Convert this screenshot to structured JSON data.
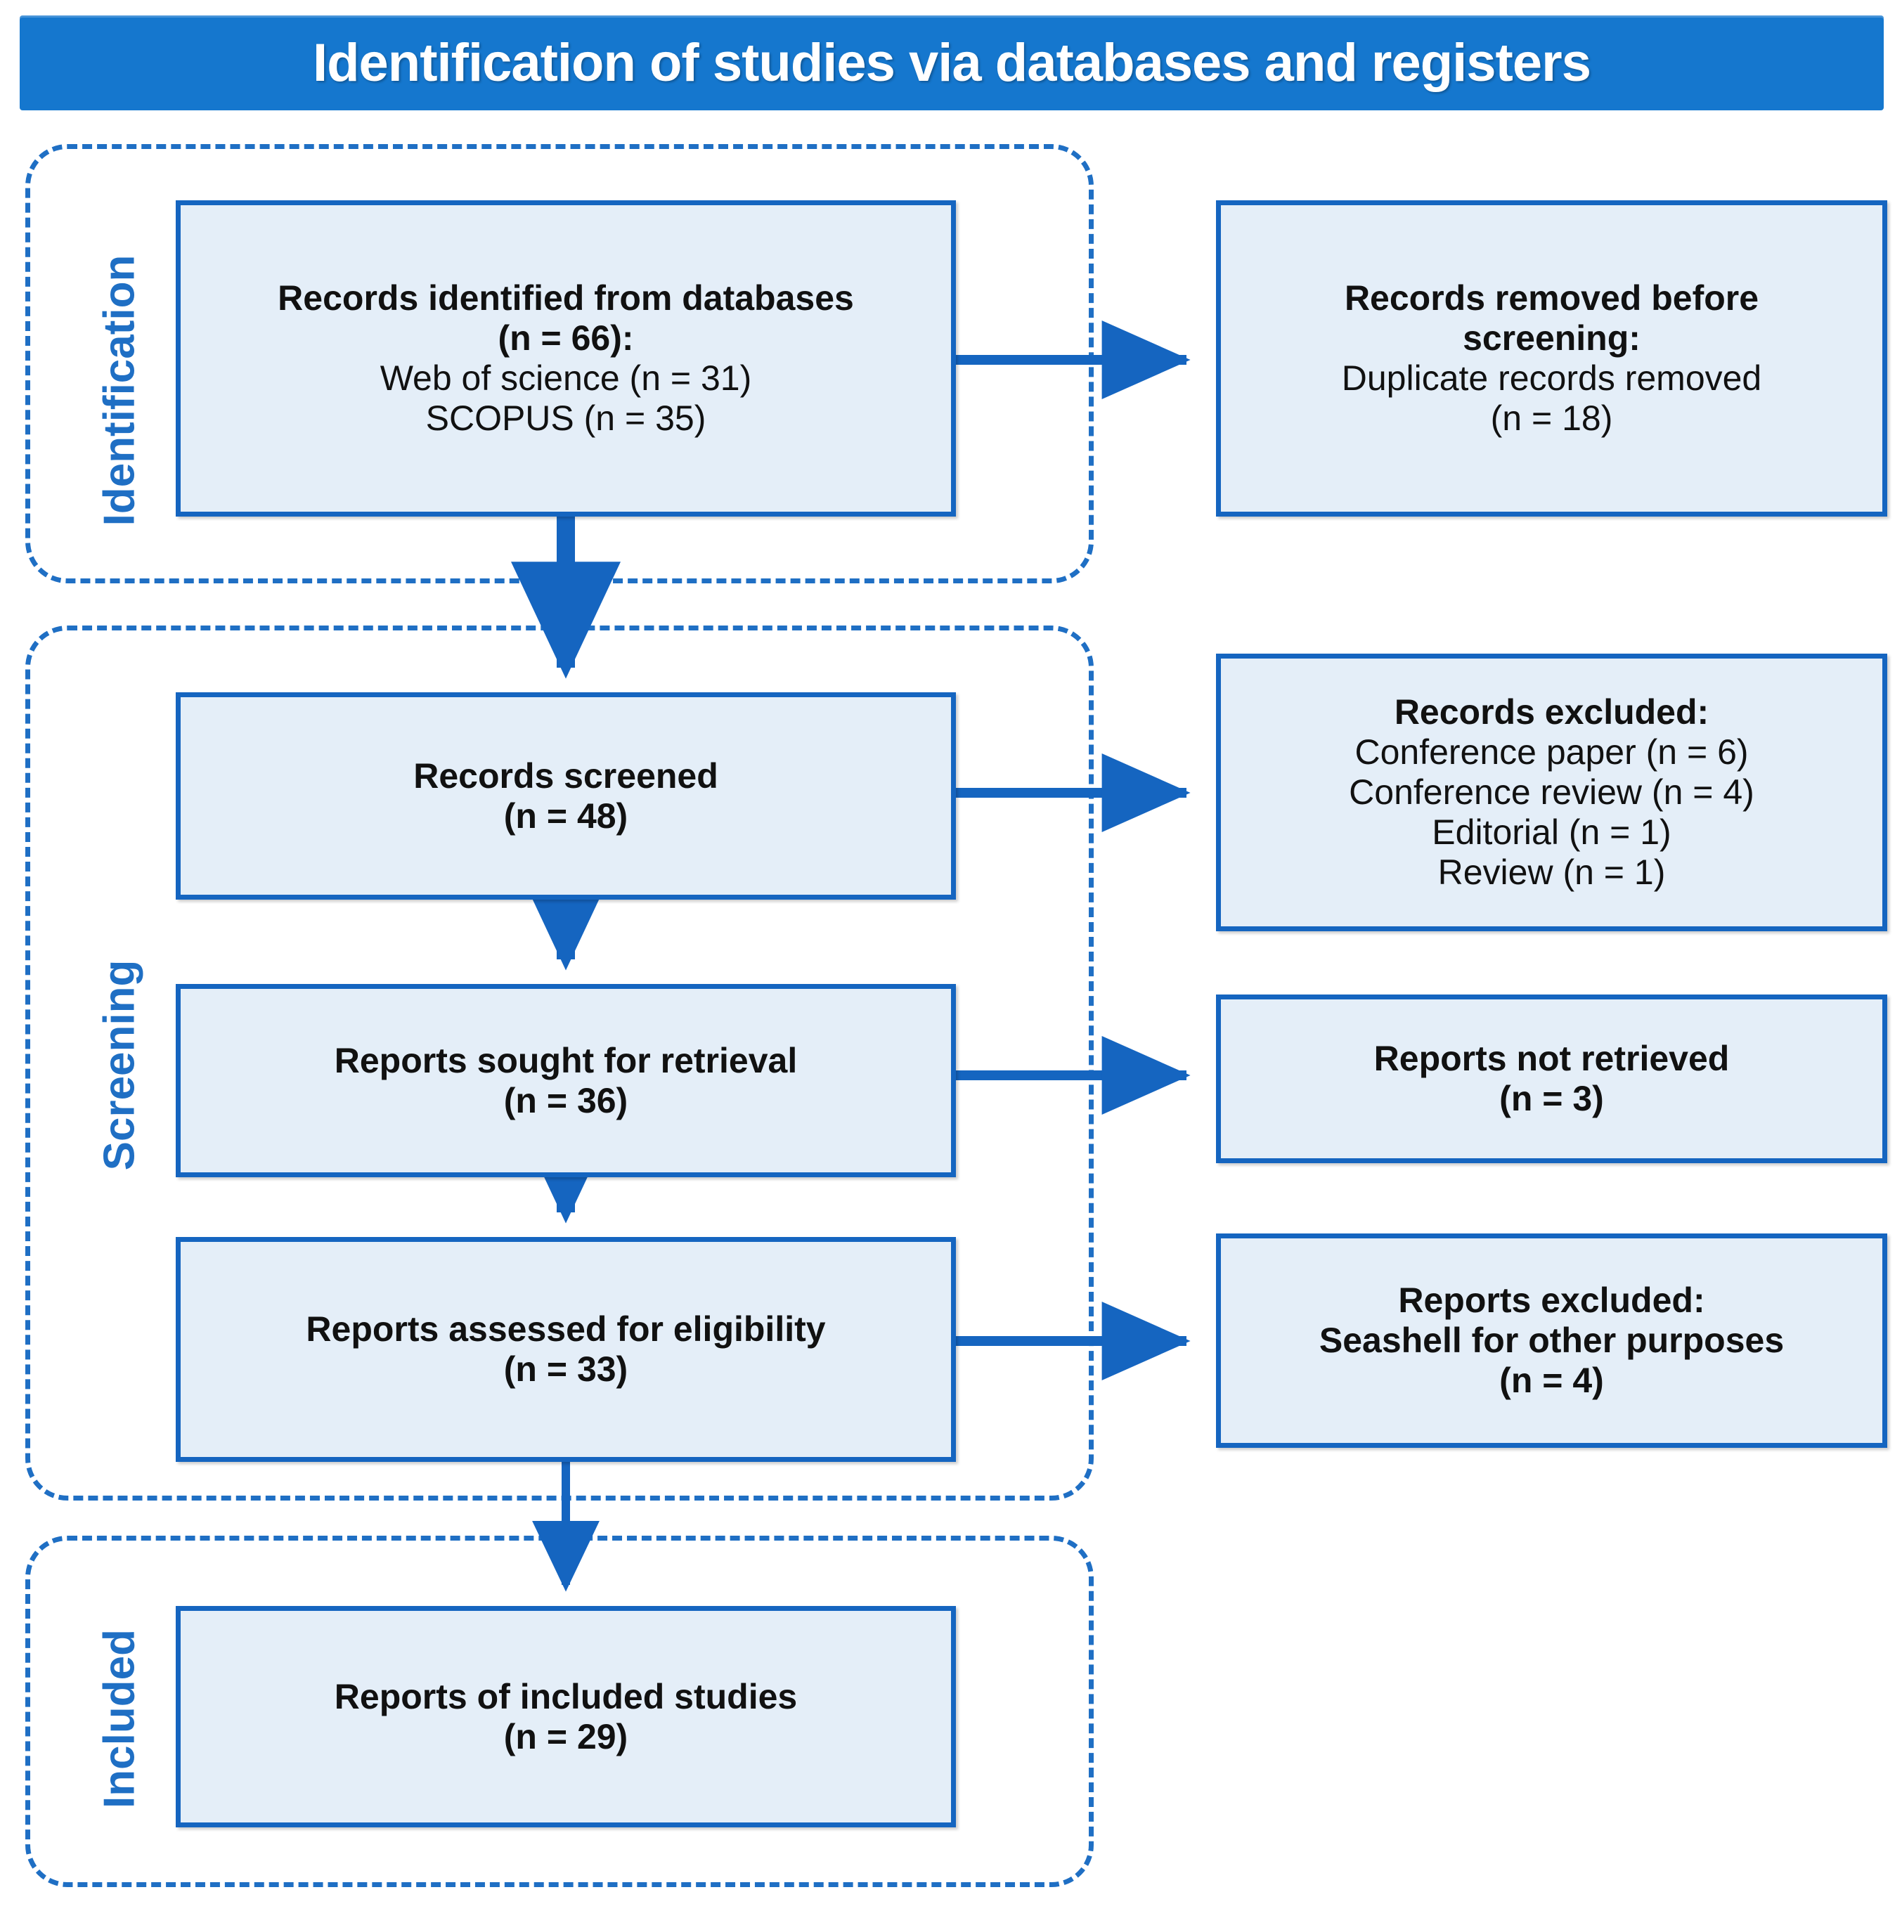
{
  "header": {
    "title": "Identification of studies via databases and registers"
  },
  "stages": [
    {
      "key": "identification",
      "label": "Identification"
    },
    {
      "key": "screening",
      "label": "Screening"
    },
    {
      "key": "included",
      "label": "Included"
    }
  ],
  "colors": {
    "banner_background": "#1577CE",
    "banner_text": "#FFFFFF",
    "box_fill": "#E4EEF8",
    "box_border": "#1565C0",
    "stage_border": "#1F6FC4",
    "stage_label_text": "#1F6FC4",
    "arrow": "#1565C0",
    "box_text": "#111111"
  },
  "nodes": {
    "identified": {
      "lines": [
        {
          "text": "Records  identified from databases",
          "bold": true
        },
        {
          "text": "(n = 66):",
          "bold": true
        },
        {
          "text": "Web of science (n = 31)",
          "bold": false
        },
        {
          "text": "SCOPUS (n = 35)",
          "bold": false
        }
      ]
    },
    "removed": {
      "lines": [
        {
          "text": "Records removed before",
          "bold": true
        },
        {
          "text": "screening:",
          "bold": true
        },
        {
          "text": "Duplicate records removed",
          "bold": false
        },
        {
          "text": "(n = 18)",
          "bold": false
        }
      ]
    },
    "screened": {
      "lines": [
        {
          "text": "Records screened",
          "bold": true
        },
        {
          "text": "(n = 48)",
          "bold": true
        }
      ]
    },
    "excluded_records": {
      "lines": [
        {
          "text": "Records excluded:",
          "bold": true
        },
        {
          "text": "Conference  paper (n = 6)",
          "bold": false
        },
        {
          "text": "Conference  review  (n = 4)",
          "bold": false
        },
        {
          "text": "Editorial (n = 1)",
          "bold": false
        },
        {
          "text": "Review  (n = 1)",
          "bold": false
        }
      ]
    },
    "sought": {
      "lines": [
        {
          "text": "Reports sought for retrieval",
          "bold": true
        },
        {
          "text": "(n = 36)",
          "bold": true
        }
      ]
    },
    "not_retrieved": {
      "lines": [
        {
          "text": "Reports  not retrieved",
          "bold": true
        },
        {
          "text": "(n = 3)",
          "bold": true
        }
      ]
    },
    "assessed": {
      "lines": [
        {
          "text": "Reports  assessed  for eligibility",
          "bold": true
        },
        {
          "text": "(n = 33)",
          "bold": true
        }
      ]
    },
    "excluded_reports": {
      "lines": [
        {
          "text": "Reports  excluded:",
          "bold": true
        },
        {
          "text": "Seashell for other purposes",
          "bold": true
        },
        {
          "text": "(n = 4)",
          "bold": true
        }
      ]
    },
    "included_studies": {
      "lines": [
        {
          "text": "Reports  of included studies",
          "bold": true
        },
        {
          "text": "(n = 29)",
          "bold": true
        }
      ]
    }
  },
  "flow": {
    "arrows": [
      {
        "name": "identified-to-removed",
        "direction": "right"
      },
      {
        "name": "identified-to-screened",
        "direction": "down"
      },
      {
        "name": "screened-to-excluded",
        "direction": "right"
      },
      {
        "name": "screened-to-sought",
        "direction": "down"
      },
      {
        "name": "sought-to-not-retrieved",
        "direction": "right"
      },
      {
        "name": "sought-to-assessed",
        "direction": "down"
      },
      {
        "name": "assessed-to-excluded-reports",
        "direction": "right"
      },
      {
        "name": "assessed-to-included",
        "direction": "down"
      }
    ]
  }
}
